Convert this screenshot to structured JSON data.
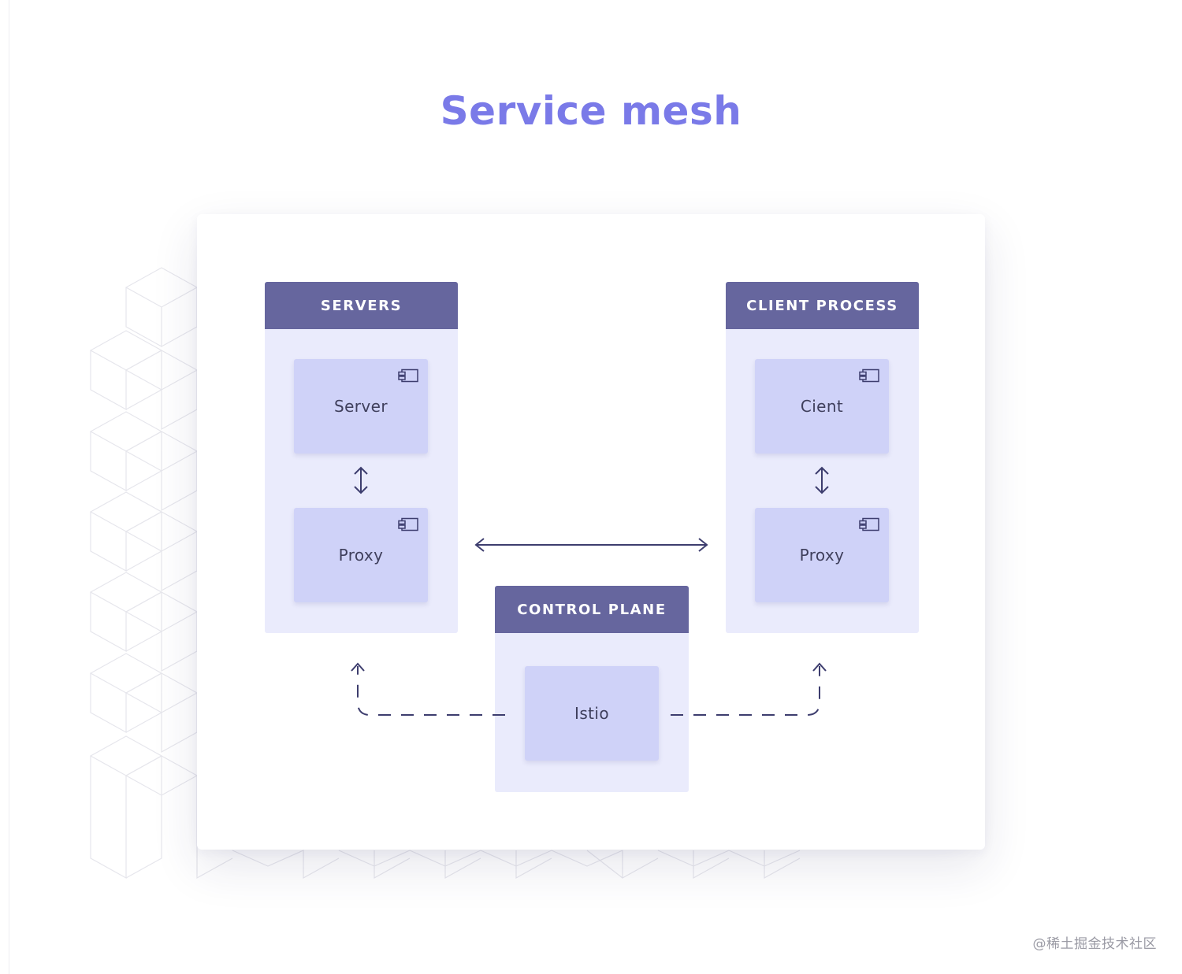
{
  "title": "Service mesh",
  "colors": {
    "title": "#7a7ae8",
    "header": "#66669e",
    "panel": "#eaebfc",
    "node": "#cfd2f8",
    "connector": "#3d3d6e"
  },
  "panels": {
    "servers": {
      "header": "SERVERS",
      "nodes": [
        {
          "label": "Server",
          "icon": "component-icon"
        },
        {
          "label": "Proxy",
          "icon": "component-icon"
        }
      ]
    },
    "client_process": {
      "header": "CLIENT PROCESS",
      "nodes": [
        {
          "label": "Cient",
          "icon": "component-icon"
        },
        {
          "label": "Proxy",
          "icon": "component-icon"
        }
      ]
    },
    "control_plane": {
      "header": "CONTROL PLANE",
      "nodes": [
        {
          "label": "Istio"
        }
      ]
    }
  },
  "connections": [
    {
      "from": "Server",
      "to": "Proxy",
      "style": "solid",
      "direction": "both"
    },
    {
      "from": "Cient",
      "to": "Proxy",
      "style": "solid",
      "direction": "both"
    },
    {
      "from": "SERVERS",
      "to": "CLIENT PROCESS",
      "style": "solid",
      "direction": "both"
    },
    {
      "from": "Istio",
      "to": "SERVERS",
      "style": "dashed",
      "direction": "forward"
    },
    {
      "from": "Istio",
      "to": "CLIENT PROCESS",
      "style": "dashed",
      "direction": "forward"
    }
  ],
  "watermark": "@稀土掘金技术社区"
}
